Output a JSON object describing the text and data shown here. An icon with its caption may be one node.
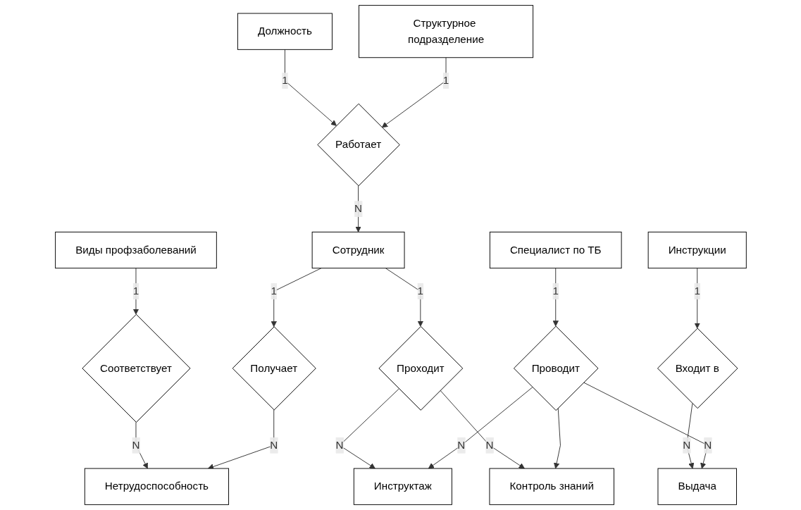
{
  "diagram": {
    "nodes": [
      {
        "text": [
          "Виды профзаболеваний"
        ]
      },
      {
        "text": [
          "Соответствует"
        ]
      },
      {
        "text": [
          "Нетрудоспособность"
        ]
      },
      {
        "text": [
          "Должность"
        ]
      },
      {
        "text": [
          "Структурное подразделение"
        ]
      },
      {
        "text": [
          "Работает"
        ]
      },
      {
        "text": [
          "Сотрудник"
        ]
      },
      {
        "text": [
          "Получает"
        ]
      },
      {
        "text": [
          "Инструкции"
        ]
      },
      {
        "text": [
          "Проходит"
        ]
      },
      {
        "text": [
          "Выдача"
        ]
      },
      {
        "text": [
          "Входит в"
        ]
      },
      {
        "text": [
          "Инструктаж"
        ]
      },
      {
        "text": [
          "Проводит"
        ]
      },
      {
        "text": [
          "Специалист по ТБ"
        ]
      },
      {
        "text": [
          "Контроль знаний"
        ]
      }
    ],
    "edges": [
      {
        "from": 0,
        "to": 1,
        "arrow": "to",
        "label": "1"
      },
      {
        "from": 1,
        "to": 2,
        "arrow": "to",
        "label": "N"
      },
      {
        "from": 3,
        "to": 5,
        "arrow": "to",
        "label": "1"
      },
      {
        "from": 4,
        "to": 5,
        "arrow": "to",
        "label": "1"
      },
      {
        "from": 5,
        "to": 6,
        "arrow": "to",
        "label": "N"
      },
      {
        "from": 6,
        "to": 7,
        "arrow": "to",
        "label": "1"
      },
      {
        "from": 7,
        "to": 2,
        "arrow": "to",
        "label": "N"
      },
      {
        "from": 6,
        "to": 9,
        "arrow": "to",
        "label": "1"
      },
      {
        "from": 9,
        "to": 12,
        "arrow": "to",
        "label": "N"
      },
      {
        "from": 9,
        "to": 15,
        "arrow": "to",
        "label": "N"
      },
      {
        "from": 8,
        "to": 11,
        "arrow": "to",
        "label": "1"
      },
      {
        "from": 11,
        "to": 10,
        "arrow": "to",
        "label": "N"
      },
      {
        "from": 13,
        "to": 10,
        "arrow": "to",
        "label": "N"
      },
      {
        "from": 13,
        "to": 12,
        "arrow": "to",
        "label": "N"
      },
      {
        "from": 14,
        "to": 13,
        "arrow": "to",
        "label": "1"
      },
      {
        "from": 13,
        "to": 15,
        "arrow": "to"
      }
    ]
  }
}
